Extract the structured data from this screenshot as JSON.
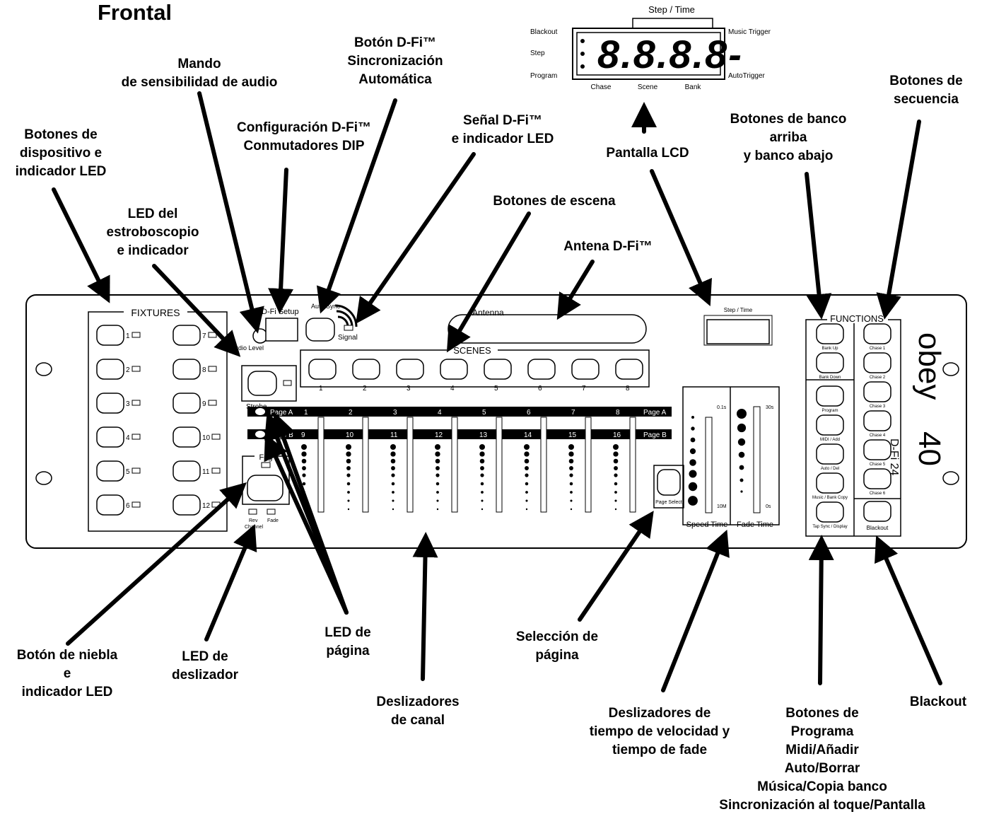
{
  "title": "Frontal",
  "callouts": [
    {
      "id": "mando-audio",
      "lines": [
        "Mando",
        "de sensibilidad de audio"
      ]
    },
    {
      "id": "boton-dfi",
      "lines": [
        "Botón D-Fi™",
        "Sincronización",
        "Automática"
      ]
    },
    {
      "id": "config-dfi",
      "lines": [
        "Configuración D-Fi™",
        "Conmutadores DIP"
      ]
    },
    {
      "id": "senal-dfi",
      "lines": [
        "Señal D-Fi™",
        "e indicador LED"
      ]
    },
    {
      "id": "botones-dispositivo",
      "lines": [
        "Botones de",
        "dispositivo e",
        "indicador LED"
      ]
    },
    {
      "id": "led-estrobo",
      "lines": [
        "LED del",
        "estroboscopio",
        "e indicador"
      ]
    },
    {
      "id": "botones-escena",
      "lines": [
        "Botones de escena"
      ]
    },
    {
      "id": "antena",
      "lines": [
        "Antena D-Fi™"
      ]
    },
    {
      "id": "pantalla-lcd",
      "lines": [
        "Pantalla LCD"
      ]
    },
    {
      "id": "banco",
      "lines": [
        "Botones de banco",
        "arriba",
        "y banco abajo"
      ]
    },
    {
      "id": "secuencia",
      "lines": [
        "Botones de",
        "secuencia"
      ]
    },
    {
      "id": "niebla",
      "lines": [
        "Botón de niebla",
        "e",
        "indicador LED"
      ]
    },
    {
      "id": "led-deslizador",
      "lines": [
        "LED de",
        "deslizador"
      ]
    },
    {
      "id": "led-pagina",
      "lines": [
        "LED de",
        "página"
      ]
    },
    {
      "id": "deslizadores-canal",
      "lines": [
        "Deslizadores",
        "de canal"
      ]
    },
    {
      "id": "seleccion-pagina",
      "lines": [
        "Selección de",
        "página"
      ]
    },
    {
      "id": "deslizadores-tiempo",
      "lines": [
        "Deslizadores de",
        "tiempo de velocidad y",
        "tiempo de fade"
      ]
    },
    {
      "id": "botones-programa",
      "lines": [
        "Botones de",
        "Programa",
        "Midi/Añadir",
        "Auto/Borrar",
        "Música/Copia banco",
        "Sincronización al toque/Pantalla"
      ]
    },
    {
      "id": "blackout",
      "lines": [
        "Blackout"
      ]
    }
  ],
  "lcd": {
    "step_time": "Step / Time",
    "blackout": "Blackout",
    "step": "Step",
    "program": "Program",
    "music_trigger": "Music Trigger",
    "auto_trigger": "AutoTrigger",
    "chase": "Chase",
    "scene": "Scene",
    "bank": "Bank",
    "digits": "8.8.8.8-"
  },
  "panel": {
    "fixtures_label": "FIXTURES",
    "fixture_numbers": [
      "1",
      "2",
      "3",
      "4",
      "5",
      "6",
      "7",
      "8",
      "9",
      "10",
      "11",
      "12"
    ],
    "audio_label": "Audio Level",
    "strobe_label": "Strobe",
    "dfi_setup_label": "D-Fi Setup",
    "auto_sync_label": "Auto Sync",
    "signal_label": "Signal",
    "antenna_label": "Antenna",
    "scenes_label": "SCENES",
    "scene_numbers": [
      "1",
      "2",
      "3",
      "4",
      "5",
      "6",
      "7",
      "8"
    ],
    "page_a": "Page A",
    "page_b": "Page B",
    "channels_a": [
      "1",
      "2",
      "3",
      "4",
      "5",
      "6",
      "7",
      "8"
    ],
    "channels_b": [
      "9",
      "10",
      "11",
      "12",
      "13",
      "14",
      "15",
      "16"
    ],
    "fog_label": "Fog",
    "rev_label": "Rev",
    "fade_label": "Fade",
    "channel_label": "Channel",
    "page_select": "Page Select",
    "speed_time": "Speed Time",
    "fade_time": "Fade Time",
    "speed_top": "0.1s",
    "speed_bottom": "10M",
    "fade_top": "30s",
    "fade_bottom": "0s",
    "functions_label": "FUNCTIONS",
    "function_buttons": [
      "Bank Up",
      "Bank Down",
      "Program",
      "MIDI / Add",
      "Auto / Del",
      "Music / Bank Copy",
      "Tap Sync / Display"
    ],
    "chase_buttons": [
      "Chase 1",
      "Chase 2",
      "Chase 3",
      "Chase 4",
      "Chase 5",
      "Chase 6"
    ],
    "blackout_button": "Blackout",
    "brand": "obey",
    "model": "40",
    "model_sub": "D-Fi 24"
  }
}
